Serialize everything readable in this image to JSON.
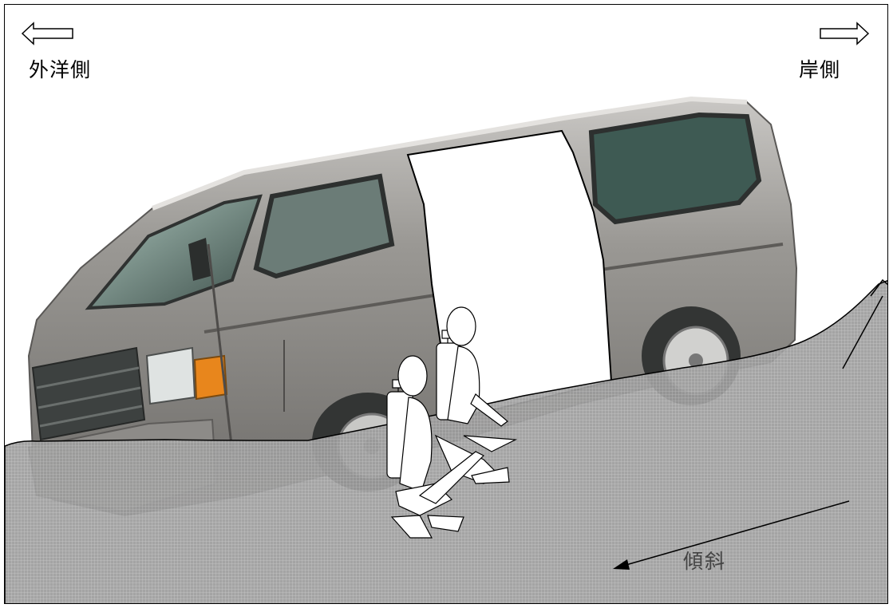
{
  "labels": {
    "left_side": "外洋側",
    "right_side": "岸側",
    "slope": "傾斜"
  },
  "icons": {
    "left_arrow": "left-arrow-icon",
    "right_arrow": "right-arrow-icon"
  },
  "colors": {
    "seabed": "#9c9c9c",
    "seabed_grid": "#bdbdbd",
    "van_body": "#8c8a88",
    "van_dark": "#3e4342",
    "window_tint": "#56706a",
    "outline": "#000000"
  }
}
